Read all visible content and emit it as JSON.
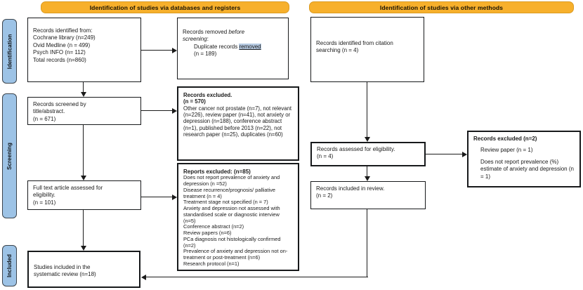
{
  "colors": {
    "banner_bg": "#F7B02C",
    "banner_border": "#DB9B22",
    "sidebar_bg": "#9DC3E6",
    "highlight_bg": "#B7CBE3",
    "line": "#1B1B1B"
  },
  "banners": {
    "databases": "Identification of studies via databases and registers",
    "other": "Identification of studies via other methods"
  },
  "sidebar": {
    "identification": "Identification",
    "screening": "Screening",
    "included": "Included"
  },
  "boxes": {
    "records_identified": {
      "lines": [
        "Records identified from:",
        "Cochrane library (n=249)",
        "Ovid Medline (n = 499)",
        "Psych INFO (n= 112)",
        "Total records (n=860)"
      ]
    },
    "records_removed": {
      "prefix": "Records removed ",
      "italic": "before screening",
      "suffix": ":",
      "duplicate_prefix": "Duplicate records ",
      "duplicate_underlined": "removed",
      "count": "(n = 189)"
    },
    "records_screened": {
      "lines": [
        "Records screened by",
        "title/abstract.",
        "(n = 671)"
      ]
    },
    "records_excluded_570": {
      "title": "Records excluded.",
      "count": "(n = 570)",
      "body": "Other cancer not prostate (n=7), not relevant (n=226), review paper (n=41), not anxiety or depression (n=188), conference abstract (n=1), published before 2013 (n=22), not research paper (n=25), duplicates (n=60)"
    },
    "full_text_assessed": {
      "lines": [
        "Full text article assessed for",
        "eligibility.",
        "(n = 101)"
      ]
    },
    "reports_excluded": {
      "title": "Reports excluded: (n=85)",
      "items": [
        "Does not report prevalence of anxiety and depression (n =52)",
        "Disease recurrence/prognosis/ palliative treatment (n = 4)",
        "Treatment stage not specified (n = 7)",
        "Anxiety and depression not assessed with standardised scale or diagnostic interview (n=5)",
        "Conference abstract (n=2)",
        "Review papers (n=6)",
        "PCa diagnosis not histologically confirmed (n=2)",
        "Prevalence of anxiety and depression not on-treatment or post-treatment (n=6)",
        "Research protocol (n=1)"
      ]
    },
    "studies_included": {
      "lines": [
        "Studies included in the",
        "systematic review (n=18)"
      ]
    },
    "citation_searching": {
      "lines": [
        "Records identified from citation",
        "searching (n = 4)"
      ]
    },
    "records_assessed": {
      "lines": [
        "Records assessed for eligibility.",
        "(n = 4)"
      ]
    },
    "records_included_review": {
      "lines": [
        "Records included in review.",
        "(n = 2)"
      ]
    },
    "records_excluded_2": {
      "title": "Records excluded (n=2)",
      "items": [
        "Review paper (n = 1)",
        "Does not report prevalence (%) estimate of anxiety and depression (n = 1)"
      ]
    }
  }
}
